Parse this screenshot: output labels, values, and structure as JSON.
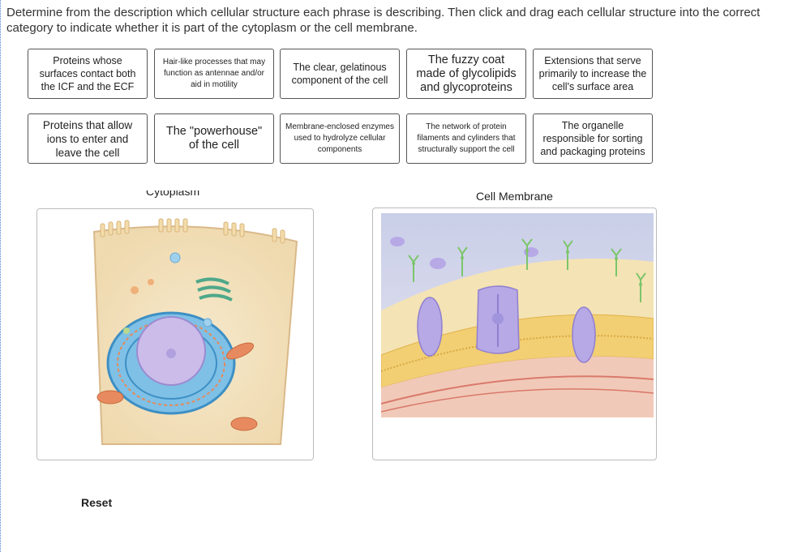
{
  "instructions": "Determine from the description which cellular structure each phrase is describing.  Then click and drag each cellular structure into the correct category to indicate whether it is part of the cytoplasm or the cell membrane.",
  "cards": [
    {
      "text": "Proteins whose surfaces contact both the ICF and the ECF"
    },
    {
      "text": "Hair-like processes that may function as antennae and/or aid in motility"
    },
    {
      "text": "The clear, gelatinous component of the cell"
    },
    {
      "text": "The fuzzy coat made of glycolipids and glycoproteins"
    },
    {
      "text": "Extensions that serve primarily to increase the cell's surface area"
    },
    {
      "text": "Proteins that allow ions to enter and leave the cell"
    },
    {
      "text": "The \"powerhouse\" of the cell"
    },
    {
      "text": "Membrane-enclosed enzymes used to hydrolyze cellular components"
    },
    {
      "text": "The network of protein filaments and cylinders that structurally support the cell"
    },
    {
      "text": "The organelle responsible for sorting and packaging proteins"
    }
  ],
  "zones": {
    "cytoplasm": {
      "label": "Cytoplasm"
    },
    "membrane": {
      "label": "Cell Membrane"
    }
  },
  "reset_label": "Reset",
  "colors": {
    "card_border": "#555555",
    "zone_border": "#bbbbbb",
    "membrane_protein": "#b7a8e6",
    "cytoplasm_bg": "#f1e2c4",
    "nucleus": "#c8b7e8",
    "er": "#5aa7d8"
  }
}
